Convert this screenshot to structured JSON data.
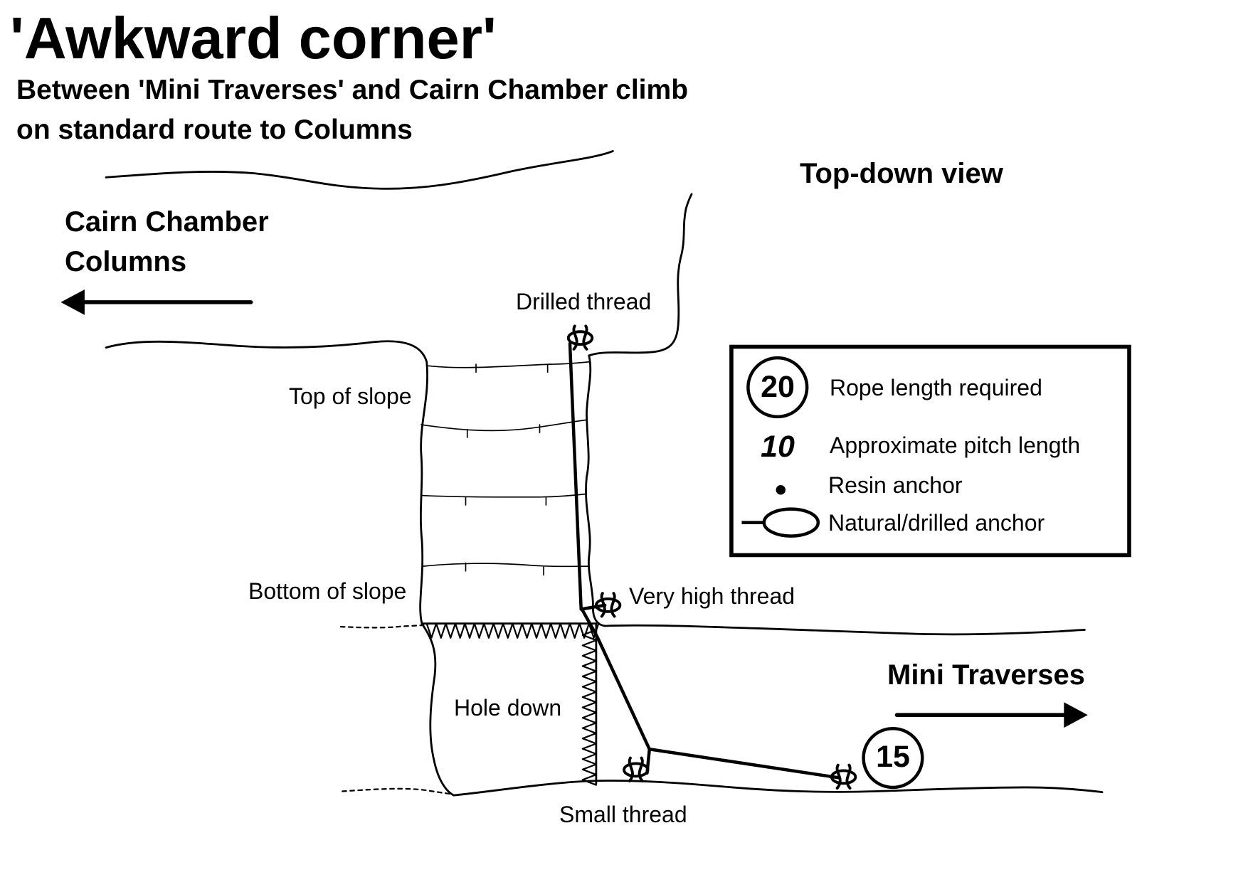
{
  "title": "'Awkward corner'",
  "subtitle": {
    "line1": "Between 'Mini Traverses' and Cairn Chamber climb",
    "line2": "on standard route to Columns"
  },
  "view_label": "Top-down view",
  "directions": {
    "left": {
      "line1": "Cairn Chamber",
      "line2": "Columns"
    },
    "right": {
      "label": "Mini Traverses"
    }
  },
  "labels": {
    "drilled_thread": "Drilled thread",
    "top_of_slope": "Top of slope",
    "bottom_of_slope": "Bottom of slope",
    "very_high_thread": "Very high thread",
    "hole_down": "Hole down",
    "small_thread": "Small thread"
  },
  "rope_length": "15",
  "legend": {
    "rope_length": {
      "symbol": "20",
      "text": "Rope length required"
    },
    "pitch_length": {
      "symbol": "10",
      "text": "Approximate pitch length"
    },
    "resin_anchor": {
      "text": "Resin anchor"
    },
    "natural_anchor": {
      "text": "Natural/drilled anchor"
    }
  }
}
